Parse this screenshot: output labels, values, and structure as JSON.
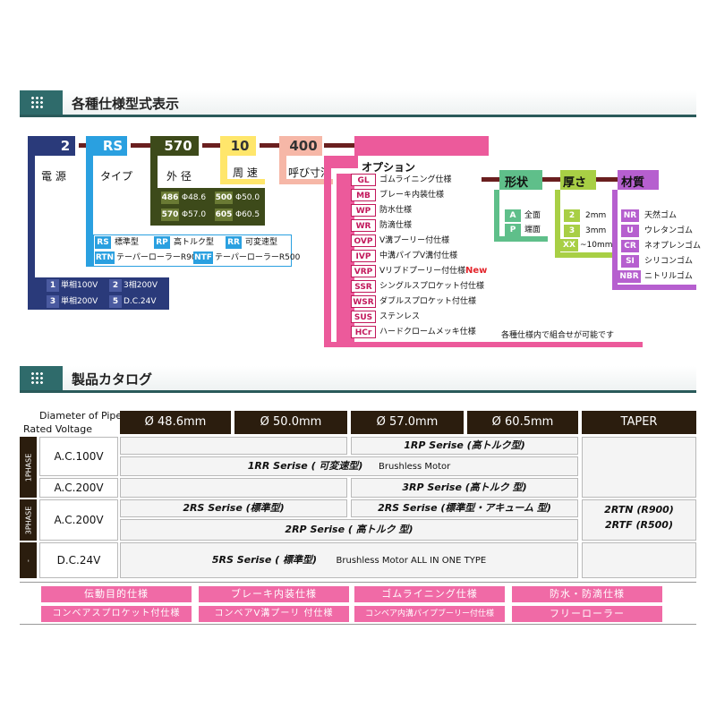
{
  "section1_title": "各種仕様型式表示",
  "section2_title": "製品カタログ",
  "codes": {
    "power": "2",
    "type": "RS",
    "diameter": "570",
    "speed": "10",
    "length": "400"
  },
  "labels": {
    "power": "電 源",
    "type": "タイプ",
    "diameter": "外 径",
    "speed": "周 速",
    "length": "呼び寸法",
    "option": "オプション",
    "shape": "形状",
    "thickness": "厚さ",
    "material": "材質"
  },
  "diameters": [
    {
      "code": "486",
      "value": "Φ48.6"
    },
    {
      "code": "500",
      "value": "Φ50.0"
    },
    {
      "code": "570",
      "value": "Φ57.0"
    },
    {
      "code": "605",
      "value": "Φ60.5"
    }
  ],
  "types": [
    {
      "code": "RS",
      "text": "標準型"
    },
    {
      "code": "RP",
      "text": "高トルク型"
    },
    {
      "code": "RR",
      "text": "可変速型"
    },
    {
      "code": "RTN",
      "text": "テーパーローラーR900"
    },
    {
      "code": "NTF",
      "text": "テーパーローラーR500"
    }
  ],
  "powers": [
    {
      "code": "1",
      "text": "単相100V"
    },
    {
      "code": "2",
      "text": "3相200V"
    },
    {
      "code": "3",
      "text": "単相200V"
    },
    {
      "code": "5",
      "text": "D.C.24V"
    }
  ],
  "options": [
    {
      "code": "GL",
      "text": "ゴムライニング仕様"
    },
    {
      "code": "MB",
      "text": "ブレーキ内装仕様"
    },
    {
      "code": "WP",
      "text": "防水仕様"
    },
    {
      "code": "WR",
      "text": "防滴仕様"
    },
    {
      "code": "OVP",
      "text": "V溝プーリー付仕様"
    },
    {
      "code": "IVP",
      "text": "中溝パイプV溝付仕様"
    },
    {
      "code": "VRP",
      "text": "Vリブドプーリー付仕様"
    },
    {
      "code": "SSR",
      "text": "シングルスプロケット付仕様"
    },
    {
      "code": "WSR",
      "text": "ダブルスプロケット付仕様"
    },
    {
      "code": "SUS",
      "text": "ステンレス"
    },
    {
      "code": "HCr",
      "text": "ハードクロームメッキ仕様"
    }
  ],
  "option_new": "New",
  "option_note": "各種仕様内で組合せが可能です",
  "shapes": [
    {
      "code": "A",
      "text": "全面"
    },
    {
      "code": "P",
      "text": "端面"
    }
  ],
  "thickness": [
    {
      "code": "2",
      "text": "2mm"
    },
    {
      "code": "3",
      "text": "3mm"
    },
    {
      "code": "XX",
      "text": "~10mm"
    }
  ],
  "materials": [
    {
      "code": "NR",
      "text": "天然ゴム"
    },
    {
      "code": "U",
      "text": "ウレタンゴム"
    },
    {
      "code": "CR",
      "text": "ネオプレンゴム"
    },
    {
      "code": "SI",
      "text": "シリコンゴム"
    },
    {
      "code": "NBR",
      "text": "ニトリルゴム"
    }
  ],
  "catalog": {
    "diameter_label": "Diameter of Pipe",
    "voltage_label": "Rated Voltage",
    "columns": [
      "Ø 48.6mm",
      "Ø 50.0mm",
      "Ø 57.0mm",
      "Ø 60.5mm",
      "TAPER"
    ],
    "phase1": "1PHASE",
    "phase3": "3PHASE",
    "dc": "-",
    "v_ac100": "A.C.100V",
    "v_ac200a": "A.C.200V",
    "v_ac200b": "A.C.200V",
    "v_dc24": "D.C.24V",
    "r1rp": "1RP Serise (高トルク型)",
    "r1rr": "1RR Serise ( 可変速型)",
    "r1rr_note": "Brushless Motor",
    "r3rp": "3RP Serise (高トルク 型)",
    "r2rs_a": "2RS Serise (標準型)",
    "r2rs_b": "2RS Serise (標準型・アキューム 型)",
    "r2rp": "2RP Serise ( 高トルク 型)",
    "r2rtn": "2RTN (R900)",
    "r2rtf": "2RTF (R500)",
    "r5rs": "5RS Serise ( 標準型)",
    "r5rs_note": "Brushless Motor ALL IN ONE TYPE"
  },
  "features": [
    "伝動目的仕様",
    "ブレーキ内装仕様",
    "ゴムライニング仕様",
    "防水・防滴仕様",
    "コンベアスプロケット付仕様",
    "コンベアV溝プーリ 付仕様",
    "コンベア内溝パイプブーリー付仕様",
    "フリーローラー"
  ],
  "colors": {
    "teal": "#2f6b6b",
    "blue": "#2aa0e0",
    "olive": "#3d4a1a",
    "yellow": "#ffe66b",
    "salmon": "#f6b7a7",
    "pink": "#ec5a9b",
    "green": "#5fbf8a",
    "lime": "#a8cf45",
    "purple": "#b65fcf",
    "navy": "#2a3a7a"
  }
}
